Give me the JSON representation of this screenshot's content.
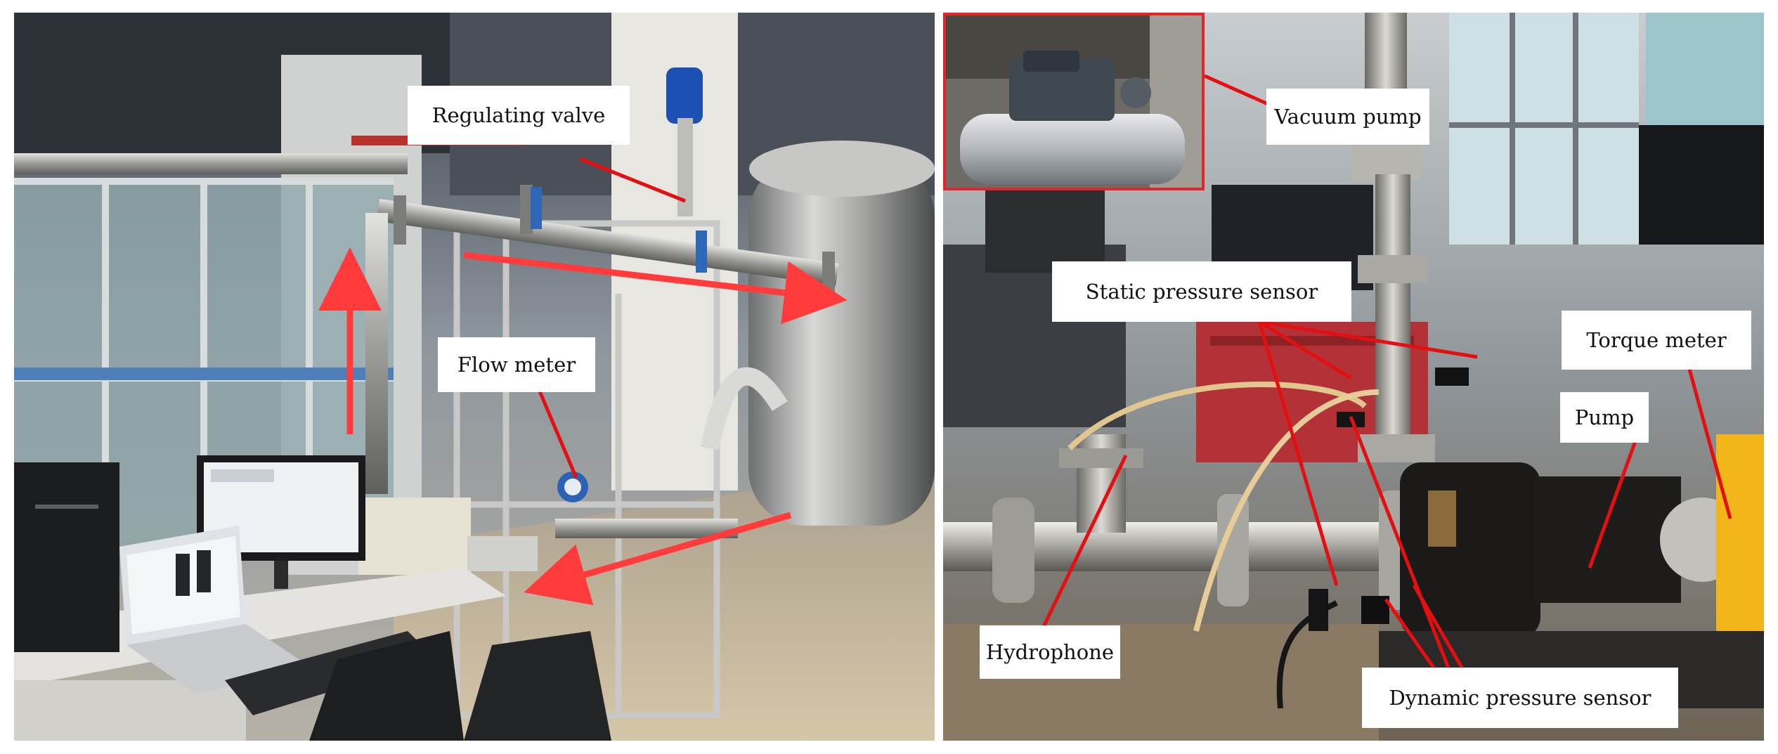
{
  "left_photo": {
    "labels": {
      "regulating_valve": "Regulating valve",
      "flow_meter": "Flow meter"
    },
    "colors": {
      "flow_arrow": "#ff3b3b",
      "leader_line": "#e30f10"
    }
  },
  "right_photo": {
    "labels": {
      "vacuum_pump": "Vacuum pump",
      "static_pressure_sensor": "Static pressure sensor",
      "torque_meter": "Torque meter",
      "pump": "Pump",
      "hydrophone": "Hydrophone",
      "dynamic_pressure_sensor": "Dynamic pressure sensor"
    },
    "colors": {
      "inset_border": "#e3252b",
      "leader_line": "#e30f10"
    }
  }
}
